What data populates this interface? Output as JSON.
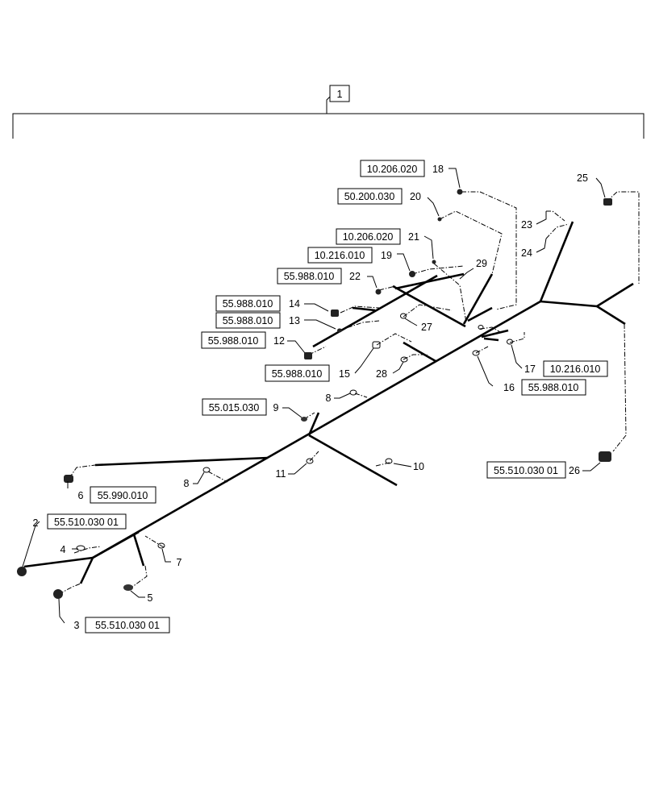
{
  "assembly": {
    "item_number": "1"
  },
  "callouts": [
    {
      "id": "c1",
      "number": "1"
    },
    {
      "id": "c2",
      "number": "2",
      "reference": "55.510.030 01"
    },
    {
      "id": "c3",
      "number": "3",
      "reference": "55.510.030 01"
    },
    {
      "id": "c4",
      "number": "4"
    },
    {
      "id": "c5",
      "number": "5"
    },
    {
      "id": "c6",
      "number": "6",
      "reference": "55.990.010"
    },
    {
      "id": "c7",
      "number": "7"
    },
    {
      "id": "c8a",
      "number": "8"
    },
    {
      "id": "c8b",
      "number": "8"
    },
    {
      "id": "c9",
      "number": "9",
      "reference": "55.015.030"
    },
    {
      "id": "c10",
      "number": "10"
    },
    {
      "id": "c11",
      "number": "11"
    },
    {
      "id": "c12",
      "number": "12",
      "reference": "55.988.010"
    },
    {
      "id": "c13",
      "number": "13",
      "reference": "55.988.010"
    },
    {
      "id": "c14",
      "number": "14",
      "reference": "55.988.010"
    },
    {
      "id": "c15",
      "number": "15",
      "reference": "55.988.010"
    },
    {
      "id": "c16",
      "number": "16",
      "reference": "55.988.010"
    },
    {
      "id": "c17",
      "number": "17",
      "reference": "10.216.010"
    },
    {
      "id": "c18",
      "number": "18",
      "reference": "10.206.020"
    },
    {
      "id": "c19",
      "number": "19",
      "reference": "10.216.010"
    },
    {
      "id": "c20",
      "number": "20",
      "reference": "50.200.030"
    },
    {
      "id": "c21",
      "number": "21",
      "reference": "10.206.020"
    },
    {
      "id": "c22",
      "number": "22",
      "reference": "55.988.010"
    },
    {
      "id": "c23",
      "number": "23"
    },
    {
      "id": "c24",
      "number": "24"
    },
    {
      "id": "c25",
      "number": "25"
    },
    {
      "id": "c26",
      "number": "26",
      "reference": "55.510.030 01"
    },
    {
      "id": "c27",
      "number": "27"
    },
    {
      "id": "c28",
      "number": "28"
    },
    {
      "id": "c29",
      "number": "29"
    }
  ]
}
